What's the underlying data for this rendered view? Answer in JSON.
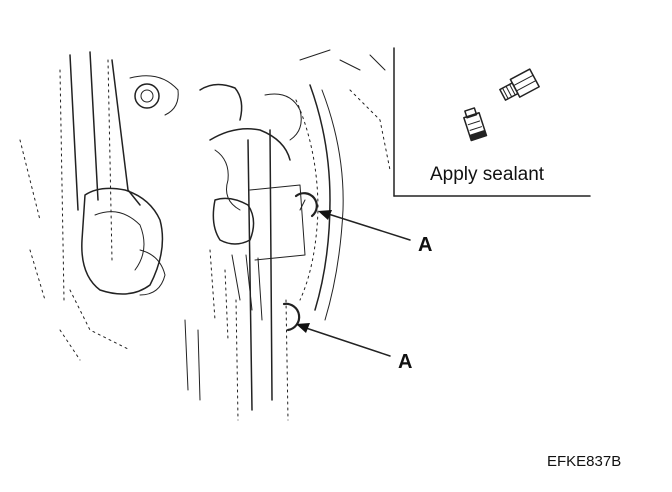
{
  "inset": {
    "caption": "Apply sealant"
  },
  "callouts": [
    {
      "label": "A"
    },
    {
      "label": "A"
    }
  ],
  "figure_code": "EFKE837B"
}
